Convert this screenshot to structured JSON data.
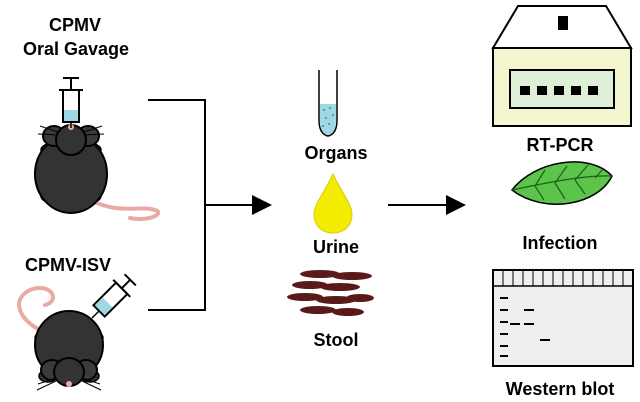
{
  "labels": {
    "cpmv_line1": "CPMV",
    "cpmv_line2": "Oral Gavage",
    "cpmv_isv": "CPMV-ISV",
    "organs": "Organs",
    "urine": "Urine",
    "stool": "Stool",
    "rtpcr": "RT-PCR",
    "infection": "Infection",
    "western_blot": "Western blot"
  },
  "colors": {
    "line": "#000000",
    "mouse_body": "#333333",
    "mouse_tail": "#e9aaa5",
    "leaf": "#5cc44a",
    "leaf_vein": "#1f5e1a",
    "urine": "#f4ec00",
    "stool": "#5a1a1a",
    "tube_liquid": "#9fd8e3",
    "rtpcr_panel": "#f4f6d0",
    "blot_panel": "#eeeeee"
  }
}
